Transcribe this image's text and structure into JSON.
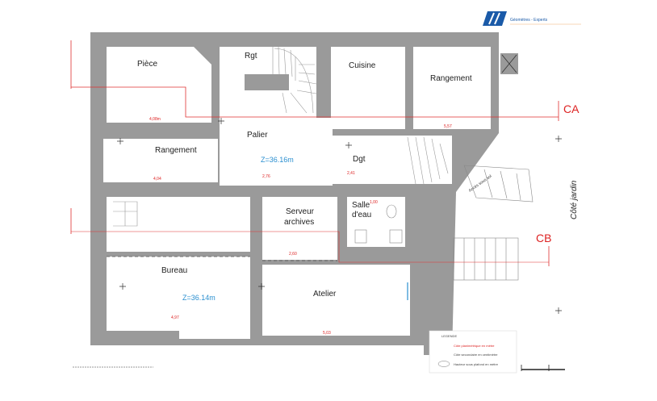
{
  "header": {
    "company": "Géomètres - Experts"
  },
  "rooms": {
    "piece": "Pièce",
    "rgt": "Rgt",
    "cuisine": "Cuisine",
    "rangement_right": "Rangement",
    "palier": "Palier",
    "rangement_left": "Rangement",
    "dgt": "Dgt",
    "salle_1": "Salle",
    "salle_2": "d'eau",
    "serveur_1": "Serveur",
    "serveur_2": "archives",
    "bureau": "Bureau",
    "atelier": "Atelier"
  },
  "altitudes": {
    "palier": "Z=36.16m",
    "bureau": "Z=36.14m"
  },
  "sections": {
    "ca": "CA",
    "cb": "CB"
  },
  "annotations": {
    "garden_side": "Côté jardin",
    "basement_access": "Accès sous sol"
  },
  "dimensions": [
    "4,08m",
    "4,04",
    "2,60",
    "4,97",
    "5,03",
    "5,57",
    "2,76",
    "1,00",
    "2,41"
  ],
  "legend": {
    "title": "LEGENDE",
    "items": [
      "Côte planimétrique en mètre",
      "Côte secondaire en centimètre",
      "Hauteur sous plafond en mètre"
    ]
  },
  "colors": {
    "wall": "#9a9a9a",
    "section_line": "#e03030",
    "altitude": "#2a8fd0",
    "logo": "#1a5aa8"
  }
}
